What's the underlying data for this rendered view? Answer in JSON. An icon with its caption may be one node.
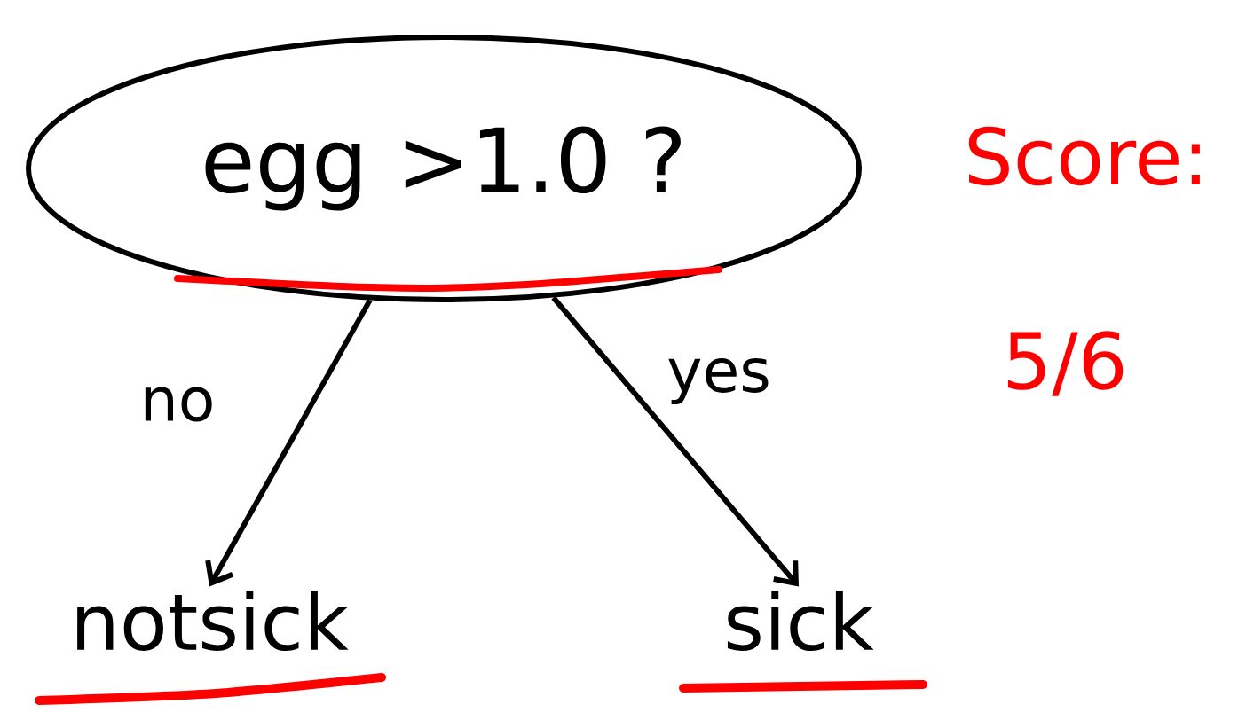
{
  "diagram": {
    "nodes": [
      {
        "text": [
          "egg >1.0 ?"
        ]
      },
      {
        "text": [
          "notsick"
        ]
      },
      {
        "text": [
          "sick"
        ]
      }
    ],
    "edges": [
      {
        "from": 0,
        "to": 1,
        "arrow": "to",
        "label": "no"
      },
      {
        "from": 0,
        "to": 2,
        "arrow": "to",
        "label": "yes"
      }
    ],
    "labels": [
      "Score:",
      "5/6"
    ]
  }
}
